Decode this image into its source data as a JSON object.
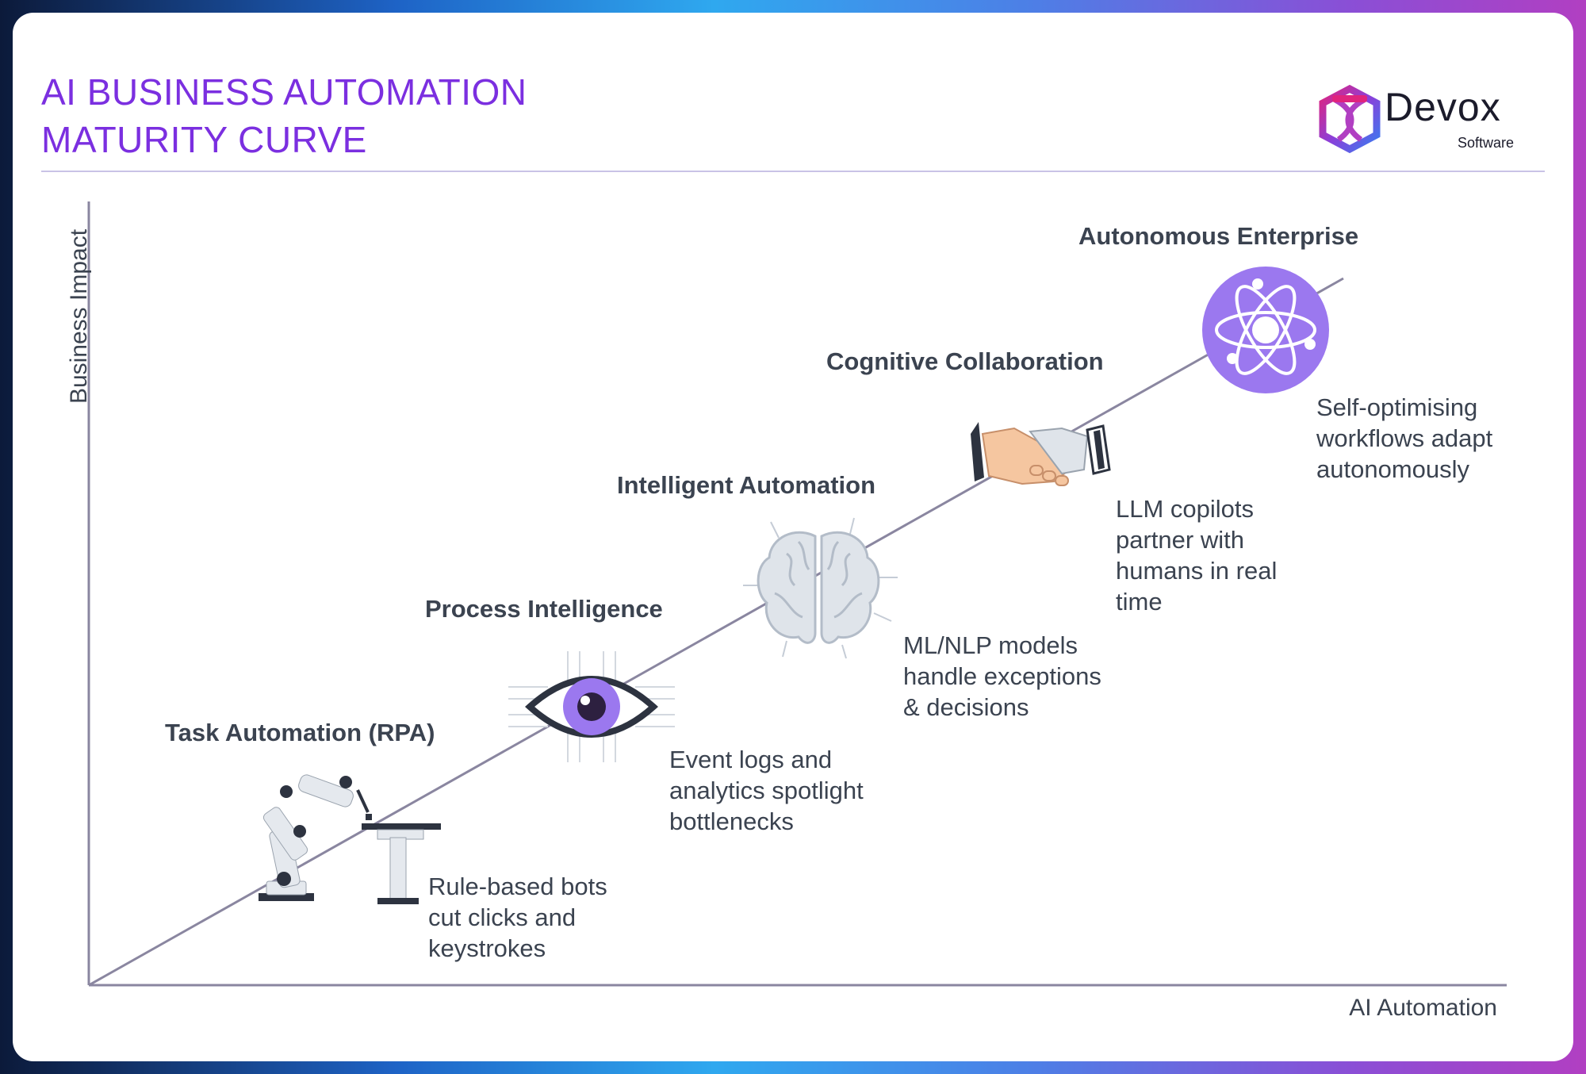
{
  "title": {
    "line1": "AI BUSINESS AUTOMATION",
    "line2": "MATURITY CURVE"
  },
  "logo": {
    "name": "Devox",
    "sub": "Software",
    "icon": "devox-logo-icon"
  },
  "axes": {
    "y_label": "Business Impact",
    "x_label": "AI Automation"
  },
  "colors": {
    "title": "#7b2fe0",
    "accent_purple": "#9b78ef",
    "text": "#3b4350",
    "line": "#8a86a0"
  },
  "stages": [
    {
      "title": "Task Automation (RPA)",
      "description": "Rule-based bots\ncut clicks and\nkeystrokes",
      "icon": "robot-arm-icon"
    },
    {
      "title": "Process Intelligence",
      "description": "Event logs and\nanalytics spotlight\nbottlenecks",
      "icon": "eye-icon"
    },
    {
      "title": "Intelligent Automation",
      "description": "ML/NLP models\nhandle exceptions\n& decisions",
      "icon": "brain-icon"
    },
    {
      "title": "Cognitive Collaboration",
      "description": "LLM copilots\npartner with\nhumans in real\ntime",
      "icon": "handshake-icon"
    },
    {
      "title": "Autonomous Enterprise",
      "description": "Self-optimising\nworkflows adapt\nautonomously",
      "icon": "atom-icon"
    }
  ]
}
